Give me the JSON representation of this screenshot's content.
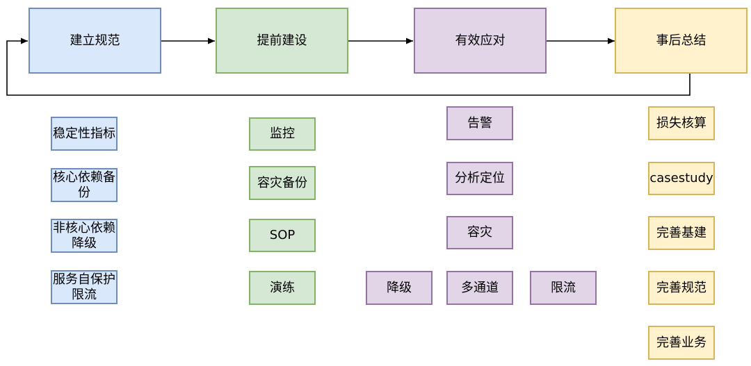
{
  "colors": {
    "blue_fill": "#dae8fc",
    "blue_stroke": "#6c8ebf",
    "green_fill": "#d5e8d4",
    "green_stroke": "#82b366",
    "purple_fill": "#e1d5e7",
    "purple_stroke": "#9673a6",
    "yellow_fill": "#fff2cc",
    "yellow_stroke": "#d6b656",
    "connector": "#000000"
  },
  "flow": {
    "steps": [
      "建立规范",
      "提前建设",
      "有效应对",
      "事后总结"
    ]
  },
  "columns": {
    "standards": [
      "稳定性指标",
      "核心依赖备份",
      "非核心依赖降级",
      "服务自保护限流"
    ],
    "construction": [
      "监控",
      "容灾备份",
      "SOP",
      "演练"
    ],
    "response": [
      "告警",
      "分析定位",
      "容灾"
    ],
    "response_actions": [
      "降级",
      "多通道",
      "限流"
    ],
    "review": [
      "损失核算",
      "casestudy",
      "完善基建",
      "完善规范",
      "完善业务"
    ]
  }
}
